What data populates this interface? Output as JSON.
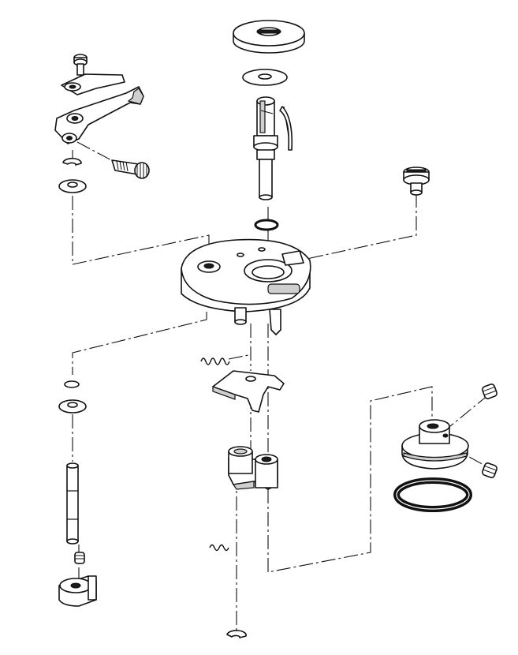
{
  "diagram": {
    "type": "exploded-parts-view",
    "colors": {
      "line": "#111111",
      "shade": "#cfcfcf",
      "background": "#ffffff"
    },
    "parts": [
      "screw",
      "plate-bracket",
      "lever-arm",
      "threaded-pin",
      "e-ring",
      "washer",
      "gear-disc",
      "flat-washer",
      "spindle-shaft",
      "spring-clip",
      "o-ring",
      "slotted-screw",
      "housing-base",
      "coil-spring",
      "fork-plate",
      "pulley",
      "set-screw",
      "drive-belt",
      "crank-block",
      "pin-shaft",
      "hub-collar",
      "retaining-ring"
    ]
  }
}
